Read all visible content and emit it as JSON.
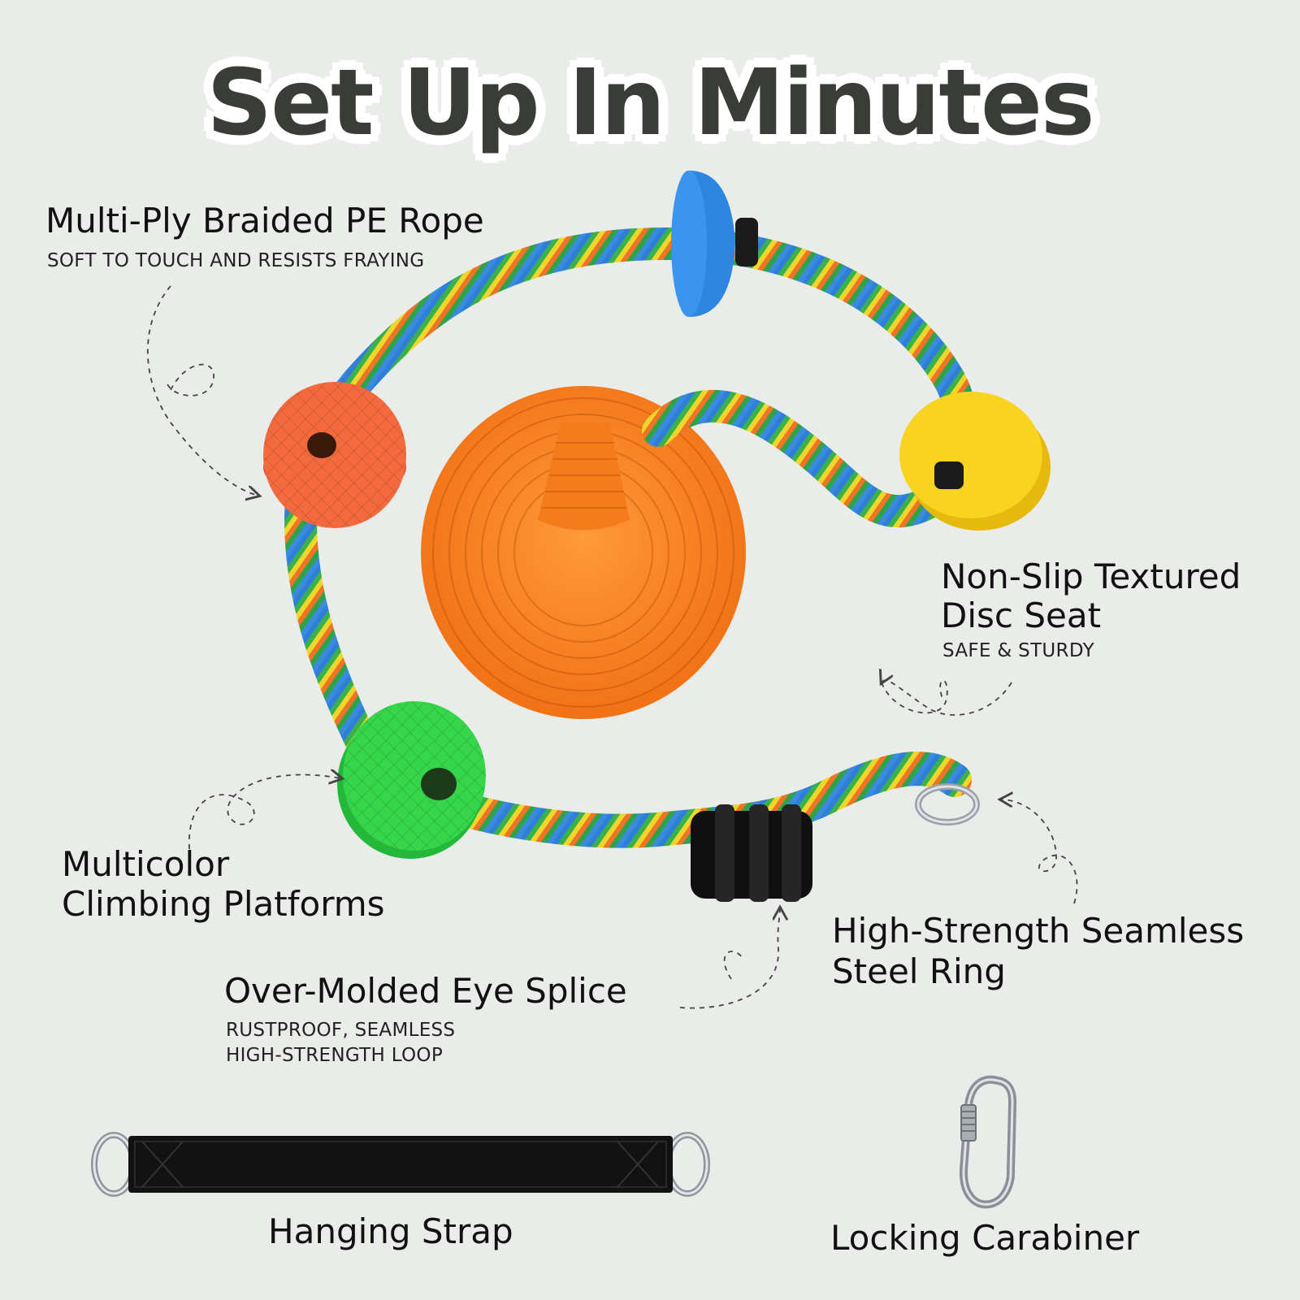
{
  "title": "Set Up In Minutes",
  "colors": {
    "background": "#e9ece8",
    "title_text": "#3a3c38",
    "seat": "#f4801f",
    "platform_blue": "#2f86e0",
    "platform_orange": "#f46a3e",
    "platform_yellow": "#f8d320",
    "platform_green": "#36d64a"
  },
  "features": {
    "rope": {
      "title": "Multi-Ply Braided PE Rope",
      "subtitle": "SOFT TO TOUCH AND RESISTS FRAYING"
    },
    "seat": {
      "title_line1": "Non-Slip Textured",
      "title_line2": "Disc Seat",
      "subtitle": "SAFE & STURDY"
    },
    "platforms": {
      "title_line1": "Multicolor",
      "title_line2": "Climbing Platforms"
    },
    "ring": {
      "title_line1": "High-Strength Seamless",
      "title_line2": "Steel Ring"
    },
    "splice": {
      "title": "Over-Molded Eye Splice",
      "subtitle_line1": "RUSTPROOF, SEAMLESS",
      "subtitle_line2": "HIGH-STRENGTH LOOP"
    }
  },
  "accessories": {
    "strap": "Hanging Strap",
    "carabiner": "Locking Carabiner"
  }
}
